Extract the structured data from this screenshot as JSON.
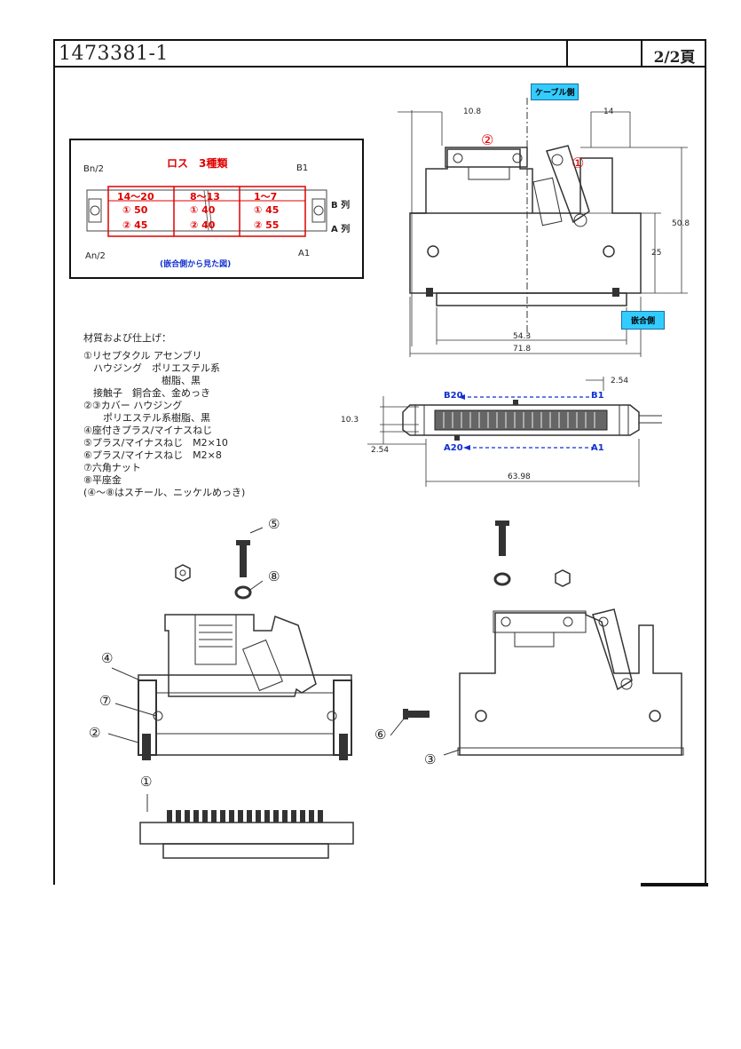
{
  "header": {
    "doc_number": "1473381-1",
    "page": "2/2頁"
  },
  "pin_box": {
    "title": "ロス　3種類",
    "label_bn2": "Bn/2",
    "label_b1": "B1",
    "label_an2": "An/2",
    "label_a1": "A1",
    "row_b": "B 列",
    "row_a": "A 列",
    "groups": [
      {
        "range": "14〜20",
        "loss1": "① 50",
        "loss2": "② 45"
      },
      {
        "range": "8〜13",
        "loss1": "① 40",
        "loss2": "② 40"
      },
      {
        "range": "1〜7",
        "loss1": "① 45",
        "loss2": "② 55"
      }
    ],
    "caption": "(嵌合側から見た図)"
  },
  "top_view": {
    "cable_side": "ケーブル側",
    "mating_side": "嵌合側",
    "dim_10_8": "10.8",
    "dim_14": "14",
    "dim_50_8": "50.8",
    "dim_25": "25",
    "dim_54_3": "54.3",
    "dim_71_8": "71.8",
    "callout_1": "①",
    "callout_2": "②"
  },
  "pin_view": {
    "dim_2_54_top": "2.54",
    "dim_10_3": "10.3",
    "dim_2_54_left": "2.54",
    "dim_63_98": "63.98",
    "b20": "B20",
    "b1": "B1",
    "a20": "A20",
    "a1": "A1"
  },
  "materials": [
    "材質および仕上げ：",
    "",
    "①リセプタクル アセンブリ",
    "　ハウジング　ポリエステル系",
    "　　　　　　　　樹脂、黒",
    "　接触子　銅合金、金めっき",
    "②③カバー ハウジング",
    "　　ポリエステル系樹脂、黒",
    "④座付きプラス/マイナスねじ",
    "⑤プラス/マイナスねじ　M2×10",
    "⑥プラス/マイナスねじ　M2×8",
    "⑦六角ナット",
    "⑧平座金",
    "(④〜⑧はスチール、ニッケルめっき)"
  ],
  "exploded": {
    "n1": "①",
    "n2": "②",
    "n3": "③",
    "n4": "④",
    "n5": "⑤",
    "n6": "⑥",
    "n7": "⑦",
    "n8": "⑧"
  }
}
